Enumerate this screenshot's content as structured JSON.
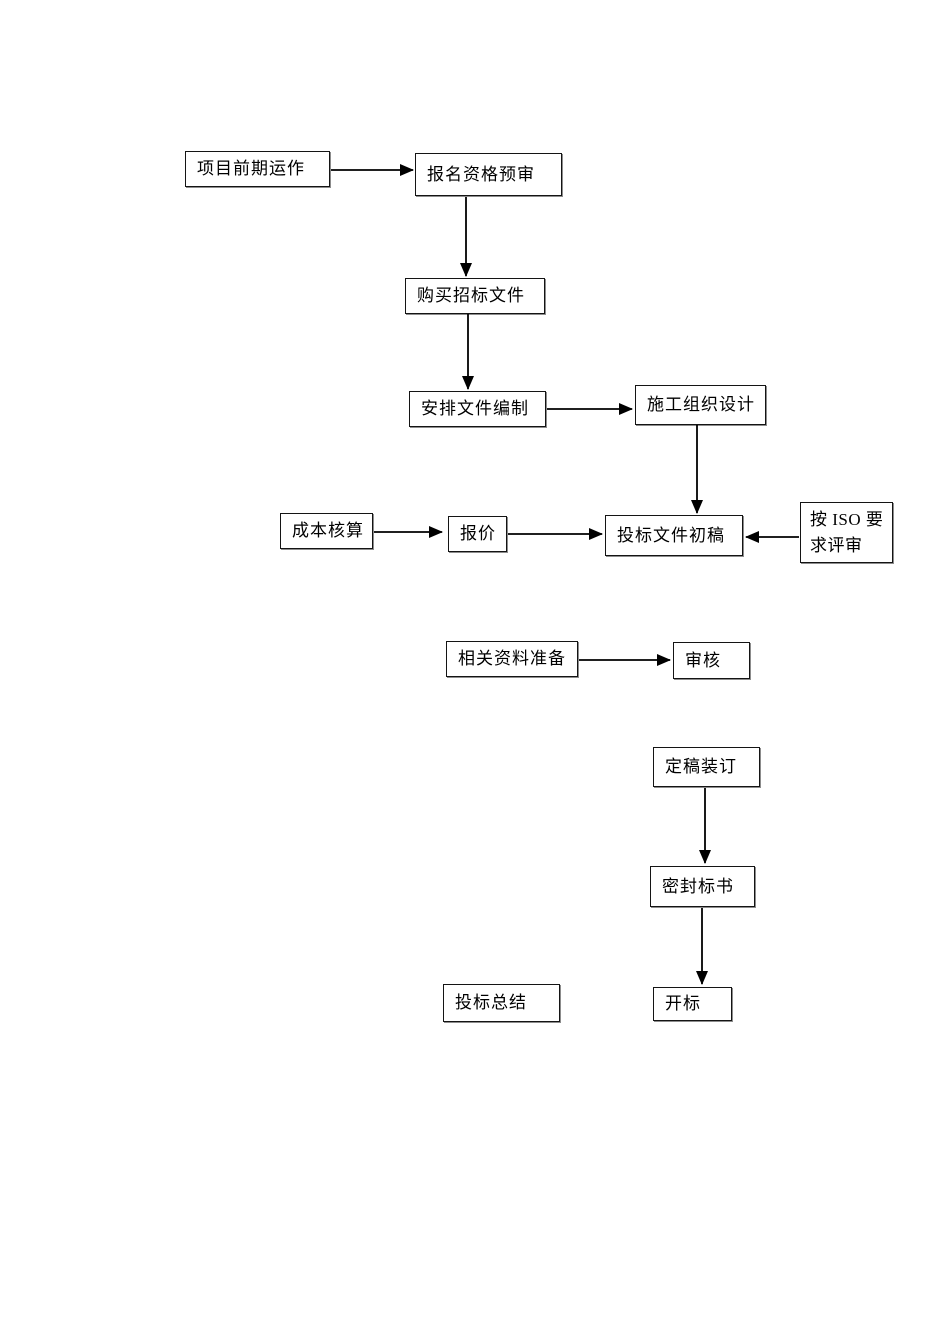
{
  "diagram": {
    "type": "flowchart",
    "background_color": "#ffffff",
    "line_color": "#000000",
    "box_border_color": "#141414",
    "text_color": "#000000",
    "nodes": {
      "project_preparation": "项目前期运作",
      "prequalification": "报名资格预审",
      "purchase_bid_documents": "购买招标文件",
      "arrange_document_preparation": "安排文件编制",
      "construction_org_design": "施工组织设计",
      "cost_accounting": "成本核算",
      "quotation": "报价",
      "bid_document_draft": "投标文件初稿",
      "iso_review": "按 ISO 要\n求评审",
      "related_materials": "相关资料准备",
      "review": "审核",
      "finalize_binding": "定稿装订",
      "seal_bid_documents": "密封标书",
      "bid_summary": "投标总结",
      "bid_opening": "开标"
    },
    "edges": [
      {
        "from": "项目前期运作",
        "to": "报名资格预审"
      },
      {
        "from": "报名资格预审",
        "to": "购买招标文件"
      },
      {
        "from": "购买招标文件",
        "to": "安排文件编制"
      },
      {
        "from": "安排文件编制",
        "to": "施工组织设计"
      },
      {
        "from": "施工组织设计",
        "to": "投标文件初稿"
      },
      {
        "from": "成本核算",
        "to": "报价"
      },
      {
        "from": "报价",
        "to": "投标文件初稿"
      },
      {
        "from": "按 ISO 要求评审",
        "to": "投标文件初稿"
      },
      {
        "from": "相关资料准备",
        "to": "审核"
      },
      {
        "from": "定稿装订",
        "to": "密封标书"
      },
      {
        "from": "密封标书",
        "to": "开标"
      }
    ]
  }
}
